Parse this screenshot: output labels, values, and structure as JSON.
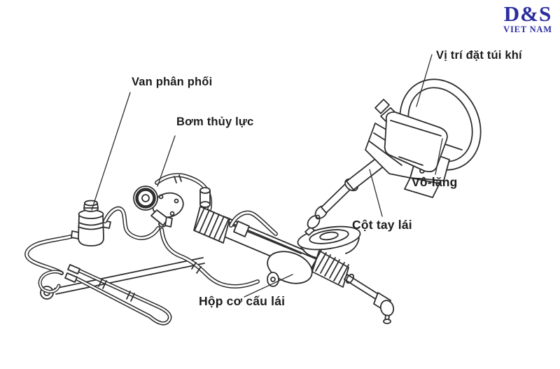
{
  "page": {
    "background_color": "#ffffff"
  },
  "logo": {
    "line1": "D&S",
    "line2": "VIET NAM",
    "color": "#2b2da0"
  },
  "diagram": {
    "stroke_color": "#2e2e2e",
    "label_color": "#1c1c1c",
    "labels": [
      {
        "id": "van-phan-phoi",
        "text": "Van phân phối"
      },
      {
        "id": "bom-thuy-luc",
        "text": "Bơm thủy lực"
      },
      {
        "id": "vi-tri-dat-tui-khi",
        "text": "Vị trí đặt túi khí"
      },
      {
        "id": "vo-lang",
        "text": "Vô-lăng"
      },
      {
        "id": "cot-tay-lai",
        "text": "Cột tay lái"
      },
      {
        "id": "hop-co-cau-lai",
        "text": "Hộp cơ cấu lái"
      }
    ]
  }
}
